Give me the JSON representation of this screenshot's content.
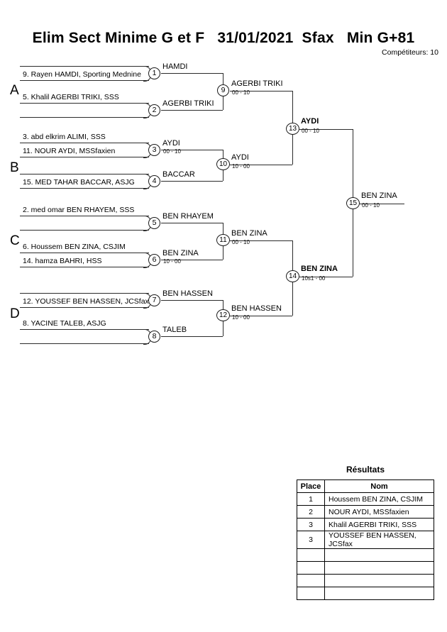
{
  "header": {
    "title": "Elim Sect Minime G et F   31/01/2021  Sfax   Min G+81",
    "competitors": "Compétiteurs: 10"
  },
  "groups": [
    {
      "label": "A"
    },
    {
      "label": "B"
    },
    {
      "label": "C"
    },
    {
      "label": "D"
    }
  ],
  "round1": [
    {
      "num": "1",
      "top_player": "",
      "bottom_player": "9. Rayen HAMDI, Sporting Mednine",
      "winner": "HAMDI",
      "score": ""
    },
    {
      "num": "2",
      "top_player": "5. Khalil AGERBI TRIKI, SSS",
      "bottom_player": "",
      "winner": "AGERBI TRIKI",
      "score": ""
    },
    {
      "num": "3",
      "top_player": "3. abd elkrim ALIMI, SSS",
      "bottom_player": "11. NOUR AYDI, MSSfaxien",
      "winner": "AYDI",
      "score": "00 - 10"
    },
    {
      "num": "4",
      "top_player": "",
      "bottom_player": "15. MED TAHAR BACCAR, ASJG",
      "winner": "BACCAR",
      "score": ""
    },
    {
      "num": "5",
      "top_player": "2. med omar BEN RHAYEM, SSS",
      "bottom_player": "",
      "winner": "BEN RHAYEM",
      "score": ""
    },
    {
      "num": "6",
      "top_player": "6. Houssem BEN ZINA, CSJIM",
      "bottom_player": "14. hamza BAHRI, HSS",
      "winner": "BEN ZINA",
      "score": "10 - 00"
    },
    {
      "num": "7",
      "top_player": "",
      "bottom_player": "12. YOUSSEF BEN HASSEN, JCSfax",
      "winner": "BEN HASSEN",
      "score": ""
    },
    {
      "num": "8",
      "top_player": "8. YACINE TALEB, ASJG",
      "bottom_player": "",
      "winner": "TALEB",
      "score": ""
    }
  ],
  "round2": [
    {
      "num": "9",
      "winner": "AGERBI TRIKI",
      "score": "00 - 10",
      "bold": false
    },
    {
      "num": "10",
      "winner": "AYDI",
      "score": "10 - 00",
      "bold": false
    },
    {
      "num": "11",
      "winner": "BEN ZINA",
      "score": "00 - 10",
      "bold": false
    },
    {
      "num": "12",
      "winner": "BEN HASSEN",
      "score": "10 - 00",
      "bold": false
    }
  ],
  "round3": [
    {
      "num": "13",
      "winner": "AYDI",
      "score": "00 - 10",
      "bold": true
    },
    {
      "num": "14",
      "winner": "BEN ZINA",
      "score": "10s1 - 00",
      "bold": true
    }
  ],
  "final": {
    "num": "15",
    "winner": "BEN ZINA",
    "score": "00 - 10",
    "bold": false
  },
  "results": {
    "title": "Résultats",
    "columns": [
      "Place",
      "Nom"
    ],
    "rows": [
      {
        "place": "1",
        "nom": "Houssem BEN ZINA, CSJIM"
      },
      {
        "place": "2",
        "nom": "NOUR AYDI, MSSfaxien"
      },
      {
        "place": "3",
        "nom": "Khalil AGERBI TRIKI, SSS"
      },
      {
        "place": "3",
        "nom": "YOUSSEF BEN HASSEN, JCSfax"
      },
      {
        "place": "",
        "nom": ""
      },
      {
        "place": "",
        "nom": ""
      },
      {
        "place": "",
        "nom": ""
      },
      {
        "place": "",
        "nom": ""
      }
    ]
  }
}
